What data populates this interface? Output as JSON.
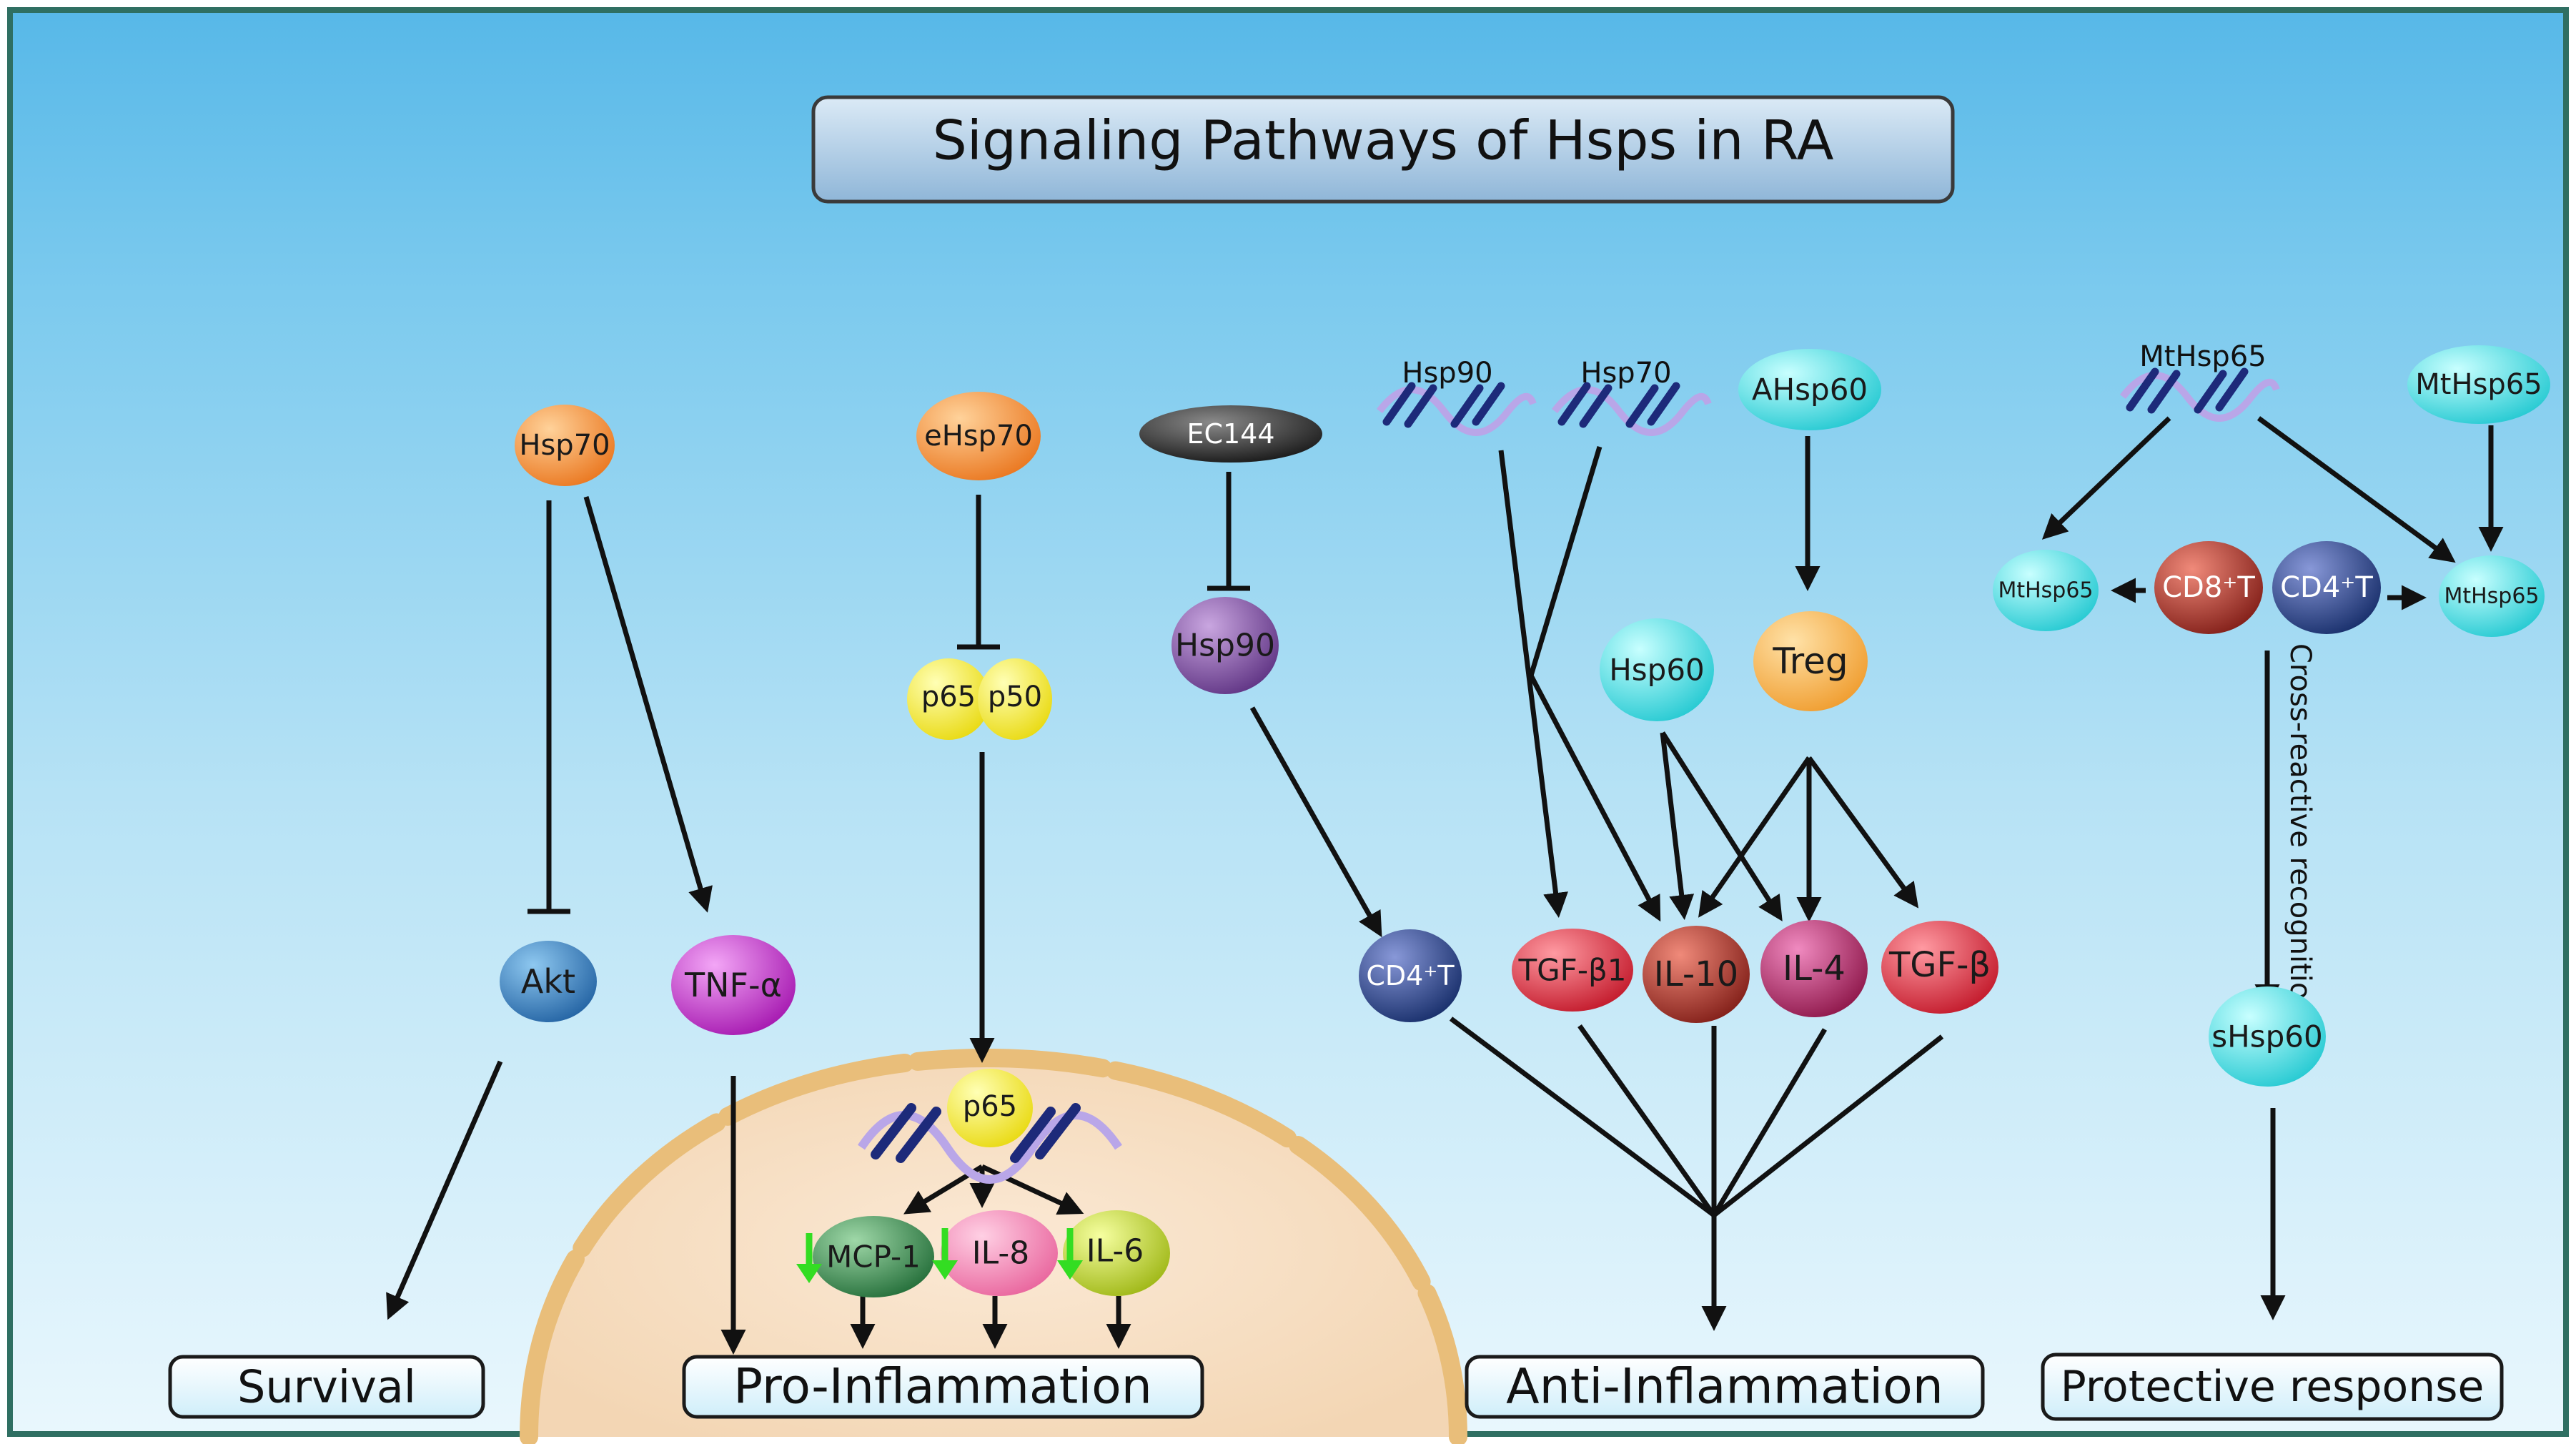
{
  "title": "Signaling Pathways of Hsps in RA",
  "outcomes": {
    "survival": "Survival",
    "pro_inflammation": "Pro-Inflammation",
    "anti_inflammation": "Anti-Inflammation",
    "protective": "Protective response"
  },
  "nodes": {
    "hsp70_left": "Hsp70",
    "akt": "Akt",
    "tnf": "TNF-α",
    "ehsp70": "eHsp70",
    "p65": "p65",
    "p50": "p50",
    "p65_nuc": "p65",
    "mcp1": "MCP-1",
    "il8": "IL-8",
    "il6": "IL-6",
    "ec144": "EC144",
    "hsp90_purple": "Hsp90",
    "cd4t_mid": "CD4⁺T",
    "hsp90_gene": "Hsp90",
    "hsp70_gene": "Hsp70",
    "ahsp60": "AHsp60",
    "treg": "Treg",
    "hsp60": "Hsp60",
    "tgfb1": "TGF-β1",
    "il10": "IL-10",
    "il4": "IL-4",
    "tgfb": "TGF-β",
    "mthsp65_gene": "MtHsp65",
    "mthsp65_top": "MtHsp65",
    "mthsp65_left": "MtHsp65",
    "cd8t": "CD8⁺T",
    "cd4t_right": "CD4⁺T",
    "mthsp65_right": "MtHsp65",
    "cross_reactive": "Cross-reactive recognition",
    "shsp60": "sHsp60"
  },
  "colors": {
    "frame": "#2f6f62",
    "orange": "#f58a1f",
    "blue": "#2f7fc0",
    "magenta": "#c21fc9",
    "yellow": "#f4ec1a",
    "purple": "#7b4a9e",
    "navy": "#233f86",
    "red": "#d9283a",
    "darkred": "#a12a22",
    "crimson": "#b5225f",
    "cyan": "#33dede",
    "peach": "#f7b44a",
    "green": "#2f8a4a",
    "pink": "#f07aa8",
    "lime": "#c9d92a",
    "down_arrow": "#33dd22",
    "cell_membrane": "#f2c98a"
  },
  "icons": {
    "gene": "dna-helix-icon",
    "down": "green-down-arrow-icon"
  }
}
